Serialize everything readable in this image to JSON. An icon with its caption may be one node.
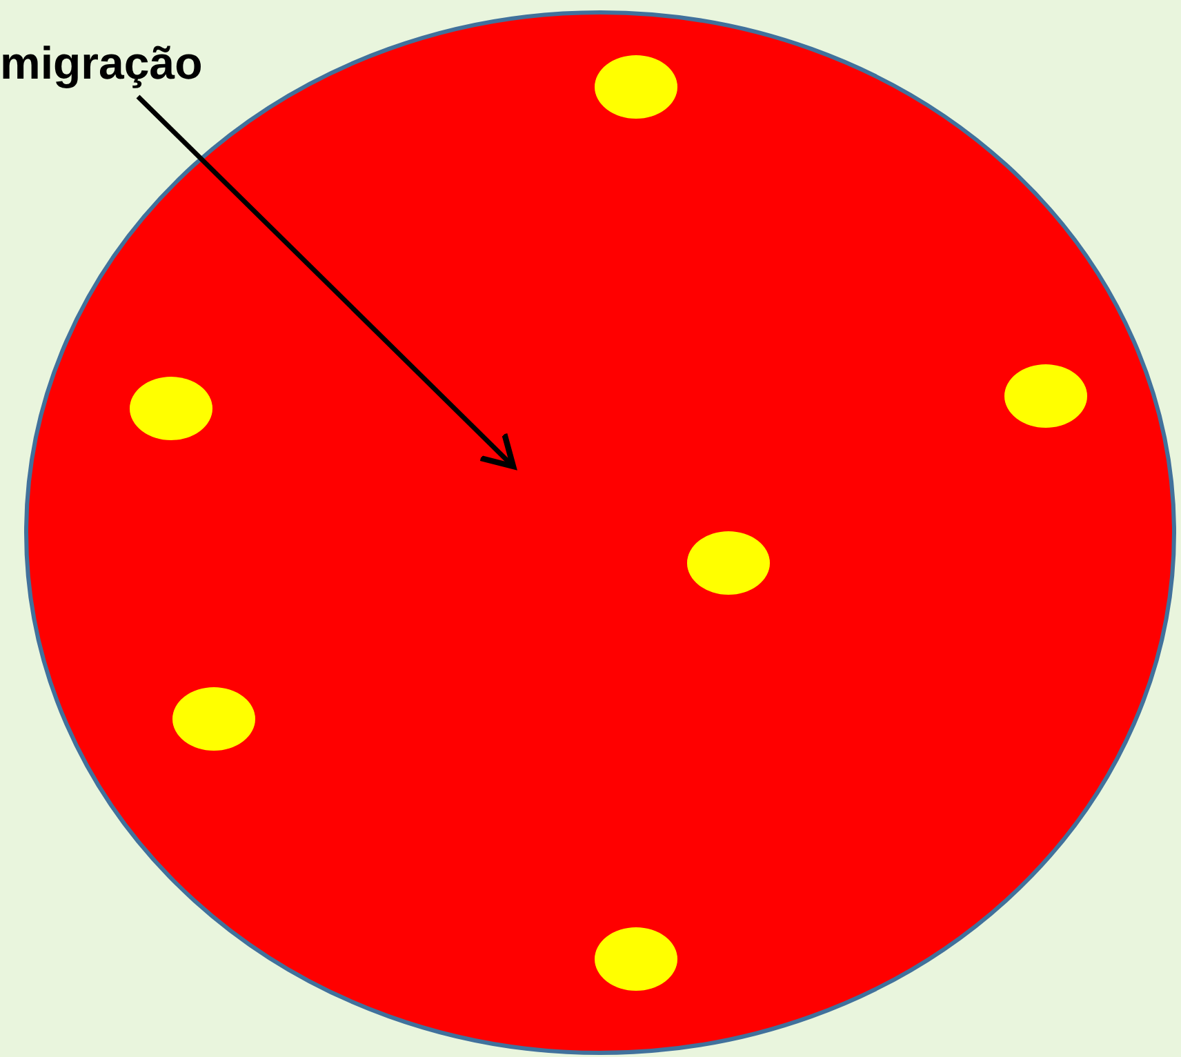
{
  "diagram": {
    "nodes": [
      {
        "text": [
          "migração"
        ]
      },
      {
        "text": [],
        "shape": "circle"
      }
    ],
    "edges": [
      {
        "from": 0,
        "to": 1,
        "arrow": "to"
      }
    ]
  }
}
